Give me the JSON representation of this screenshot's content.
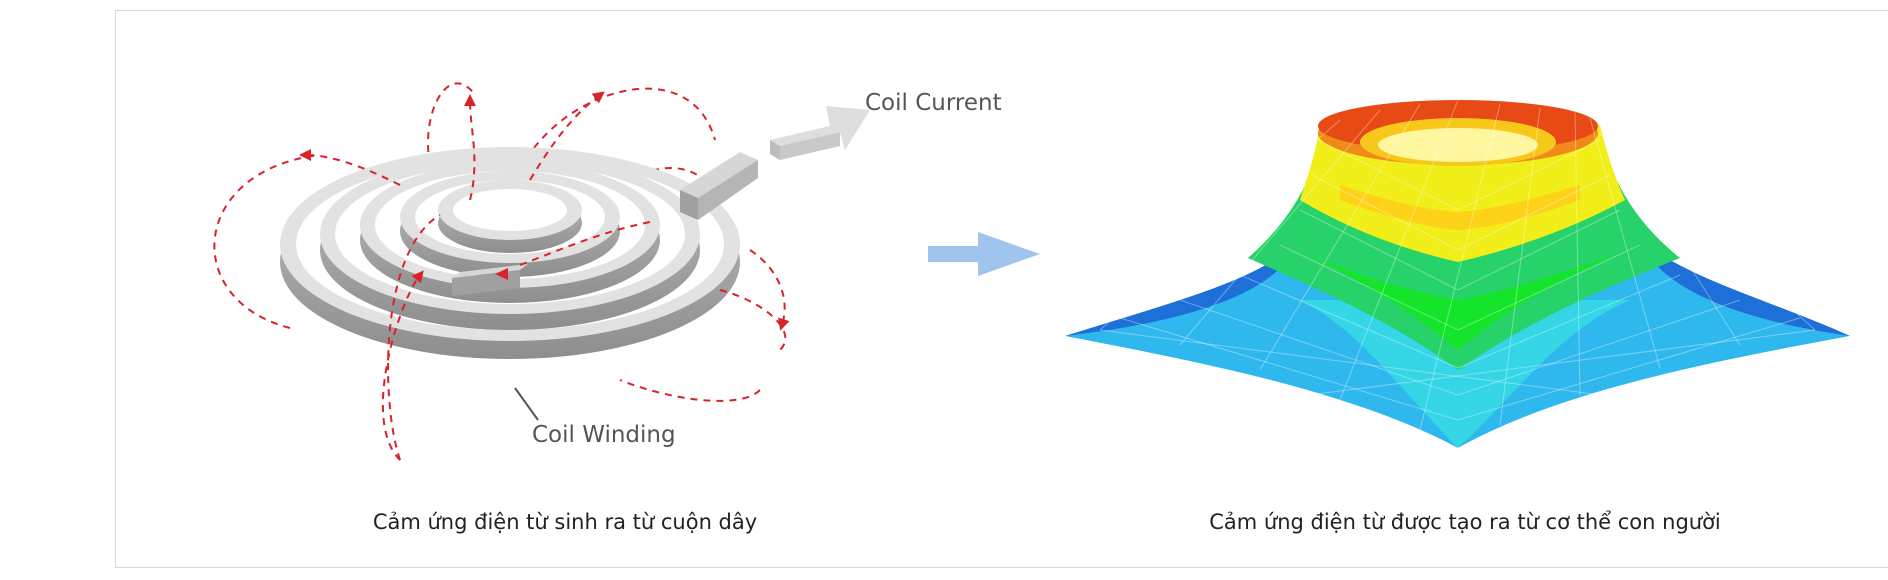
{
  "left_panel": {
    "coil_current_label": "Coil Current",
    "coil_winding_label": "Coil Winding",
    "caption": "Cảm ứng điện từ sinh ra từ cuộn dây"
  },
  "right_panel": {
    "caption": "Cảm ứng điện từ được tạo ra từ cơ thể con người"
  },
  "colors": {
    "field_line": "#d8232a",
    "coil": "#a9a9a9",
    "arrow": "#9fc4ee"
  }
}
